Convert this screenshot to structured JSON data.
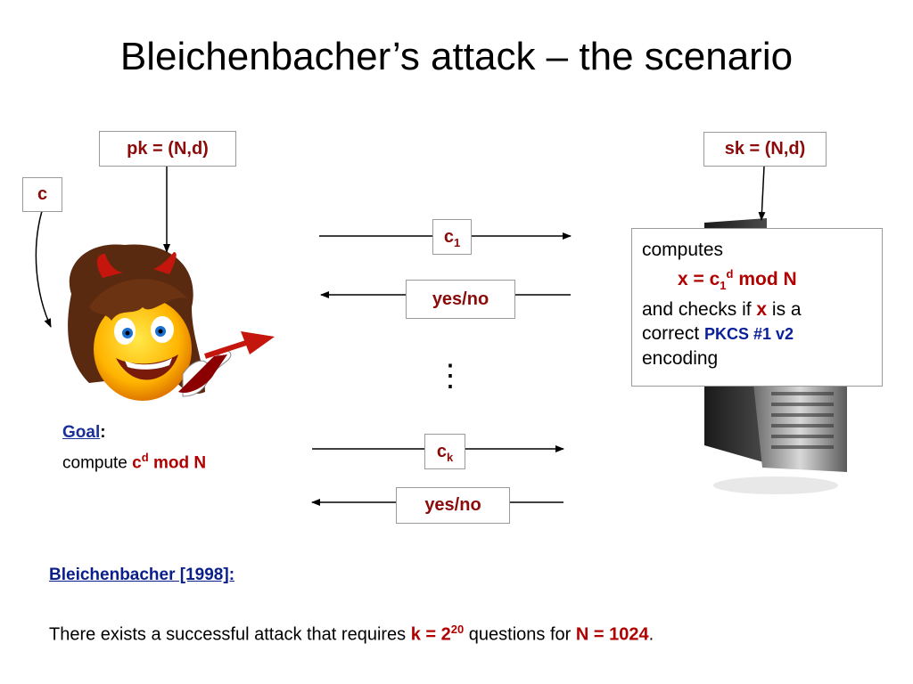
{
  "title": "Bleichenbacher’s attack – the scenario",
  "pk_label": "pk = (N,d)",
  "sk_label": "sk = (N,d)",
  "c_label": "c",
  "messages": {
    "c1_base": "c",
    "c1_sub": "1",
    "ck_base": "c",
    "ck_sub": "k",
    "reply1": "yes/no",
    "reply2": "yes/no",
    "ellipsis": "⋮"
  },
  "server_box": {
    "line1": "computes",
    "line2_prefix": "x = c",
    "line2_sub": "1",
    "line2_sup": "d",
    "line2_suffix": " mod N",
    "line3_a": "and checks if ",
    "line3_x": "x",
    "line3_b": " is a",
    "line4_a": "correct ",
    "line4_b": "PKCS #1 v2",
    "line5": "encoding"
  },
  "goal": {
    "label": "Goal",
    "colon": ":",
    "text": "compute ",
    "expr_base": "c",
    "expr_sup": "d",
    "expr_suffix": " mod N"
  },
  "reference": {
    "citation": "Bleichenbacher [1998]:",
    "sentence_a": "There exists a successful attack that requires ",
    "k_base": "k = 2",
    "k_sup": "20",
    "sentence_b": " questions for ",
    "n_value": "N = 1024",
    "period": "."
  },
  "icons": [
    "devil-emoji-icon",
    "server-tower-icon"
  ],
  "colors": {
    "dark_red": "#8b0a0a",
    "red": "#b00000",
    "blue": "#0a1f9a"
  }
}
